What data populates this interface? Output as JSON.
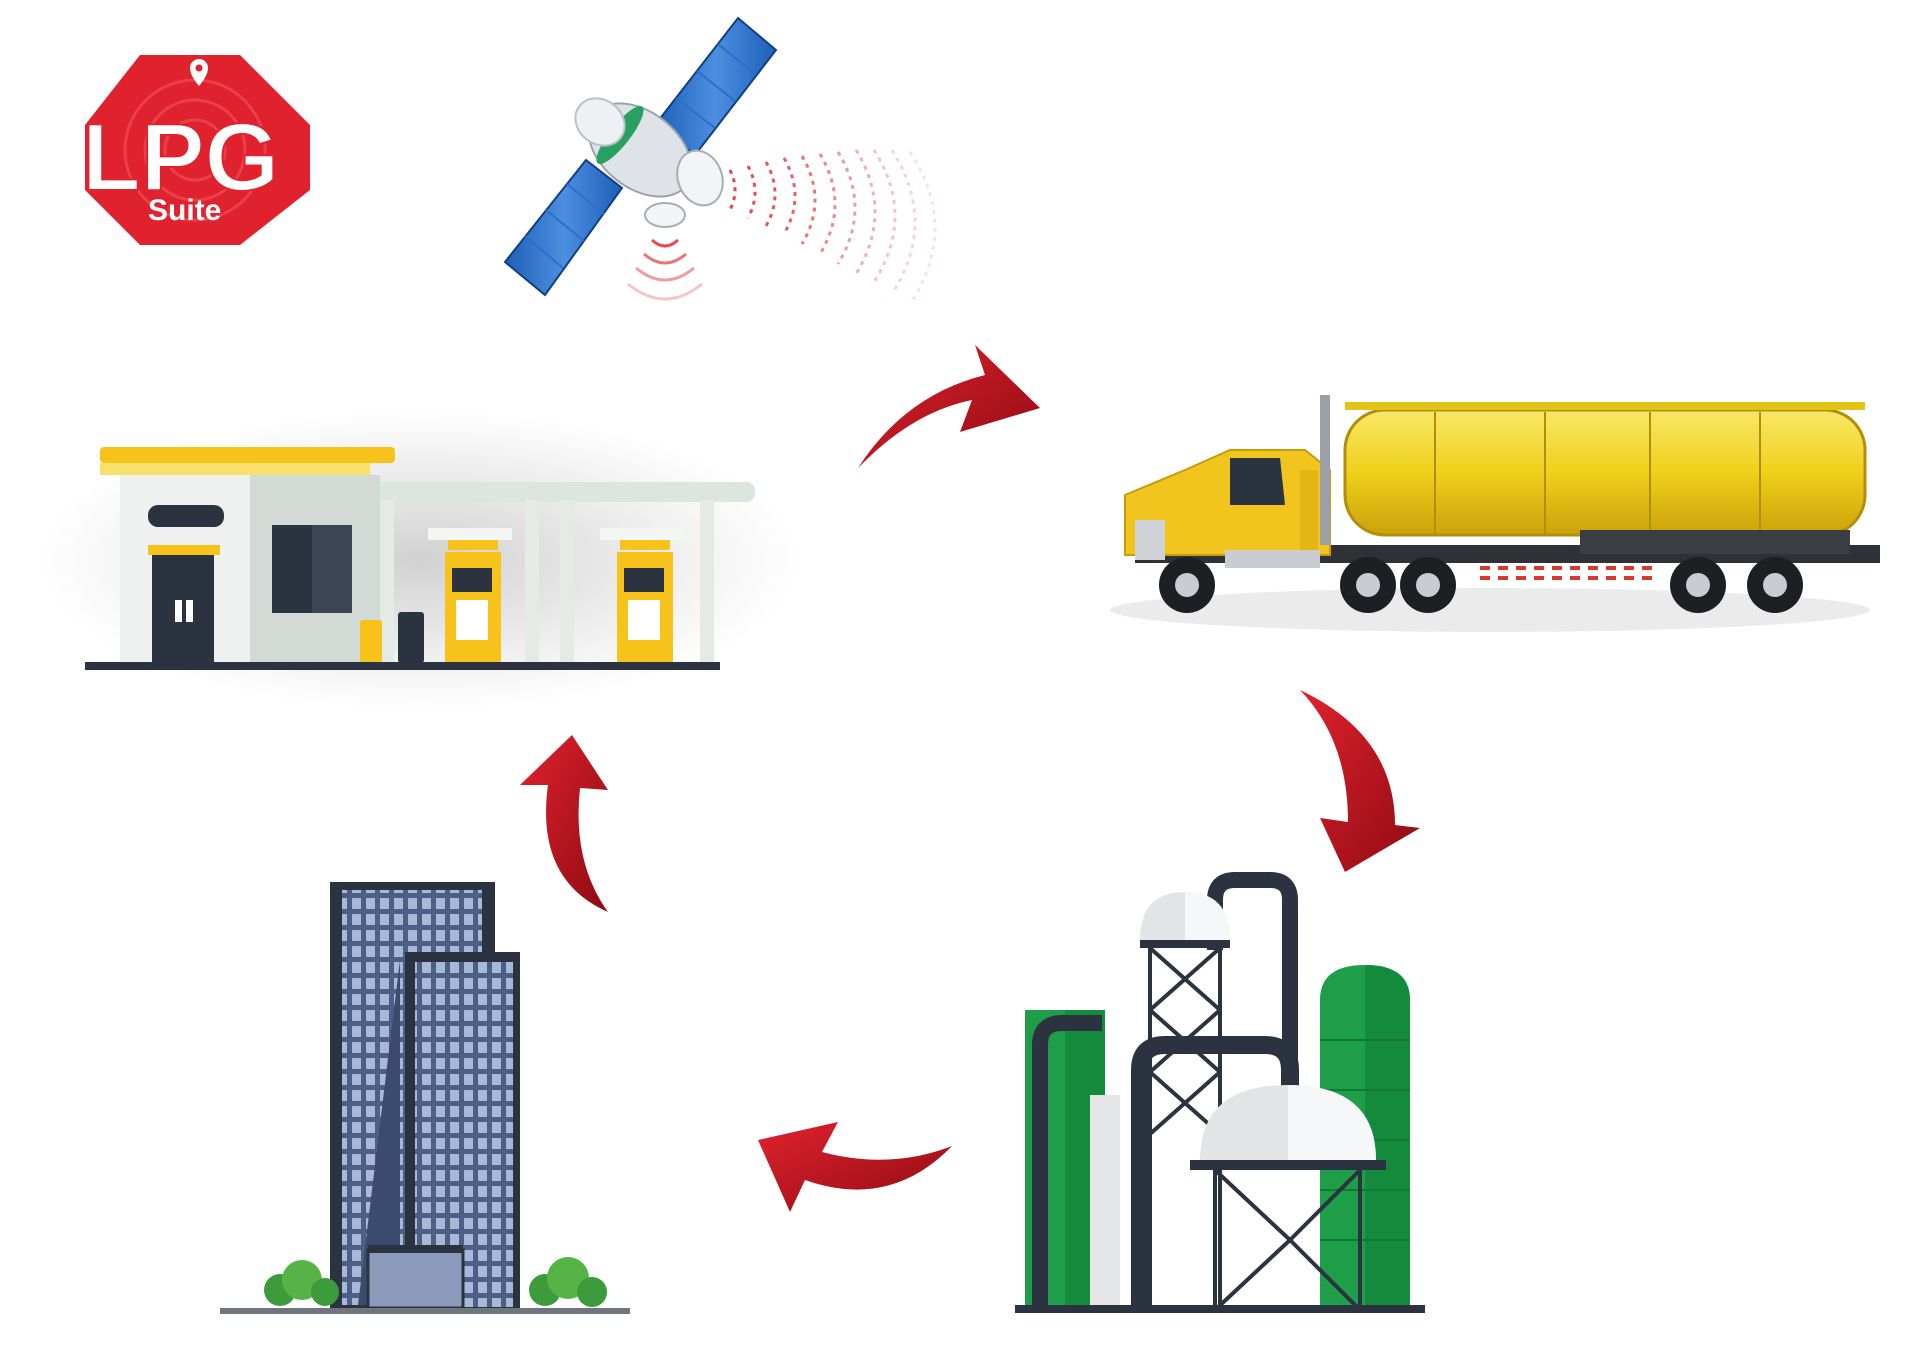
{
  "logo": {
    "text_main": "LPG",
    "text_sub": "Suite",
    "brand_color": "#e0222e",
    "icon": "location-pin-icon"
  },
  "nodes": [
    {
      "name": "satellite",
      "icon": "satellite-icon"
    },
    {
      "name": "gas-station",
      "icon": "gas-station-icon"
    },
    {
      "name": "tanker-truck",
      "icon": "tanker-truck-icon"
    },
    {
      "name": "refinery",
      "icon": "refinery-icon"
    },
    {
      "name": "office-building",
      "icon": "office-building-icon"
    }
  ],
  "colors": {
    "arrow": "#c8141e",
    "arrow_dark": "#8e0b12",
    "tanker_yellow": "#f2d21a",
    "station_yellow": "#f7c21a",
    "refinery_green": "#1f9e4a",
    "building_blue": "#7d8fb3",
    "dark": "#2b3340"
  }
}
